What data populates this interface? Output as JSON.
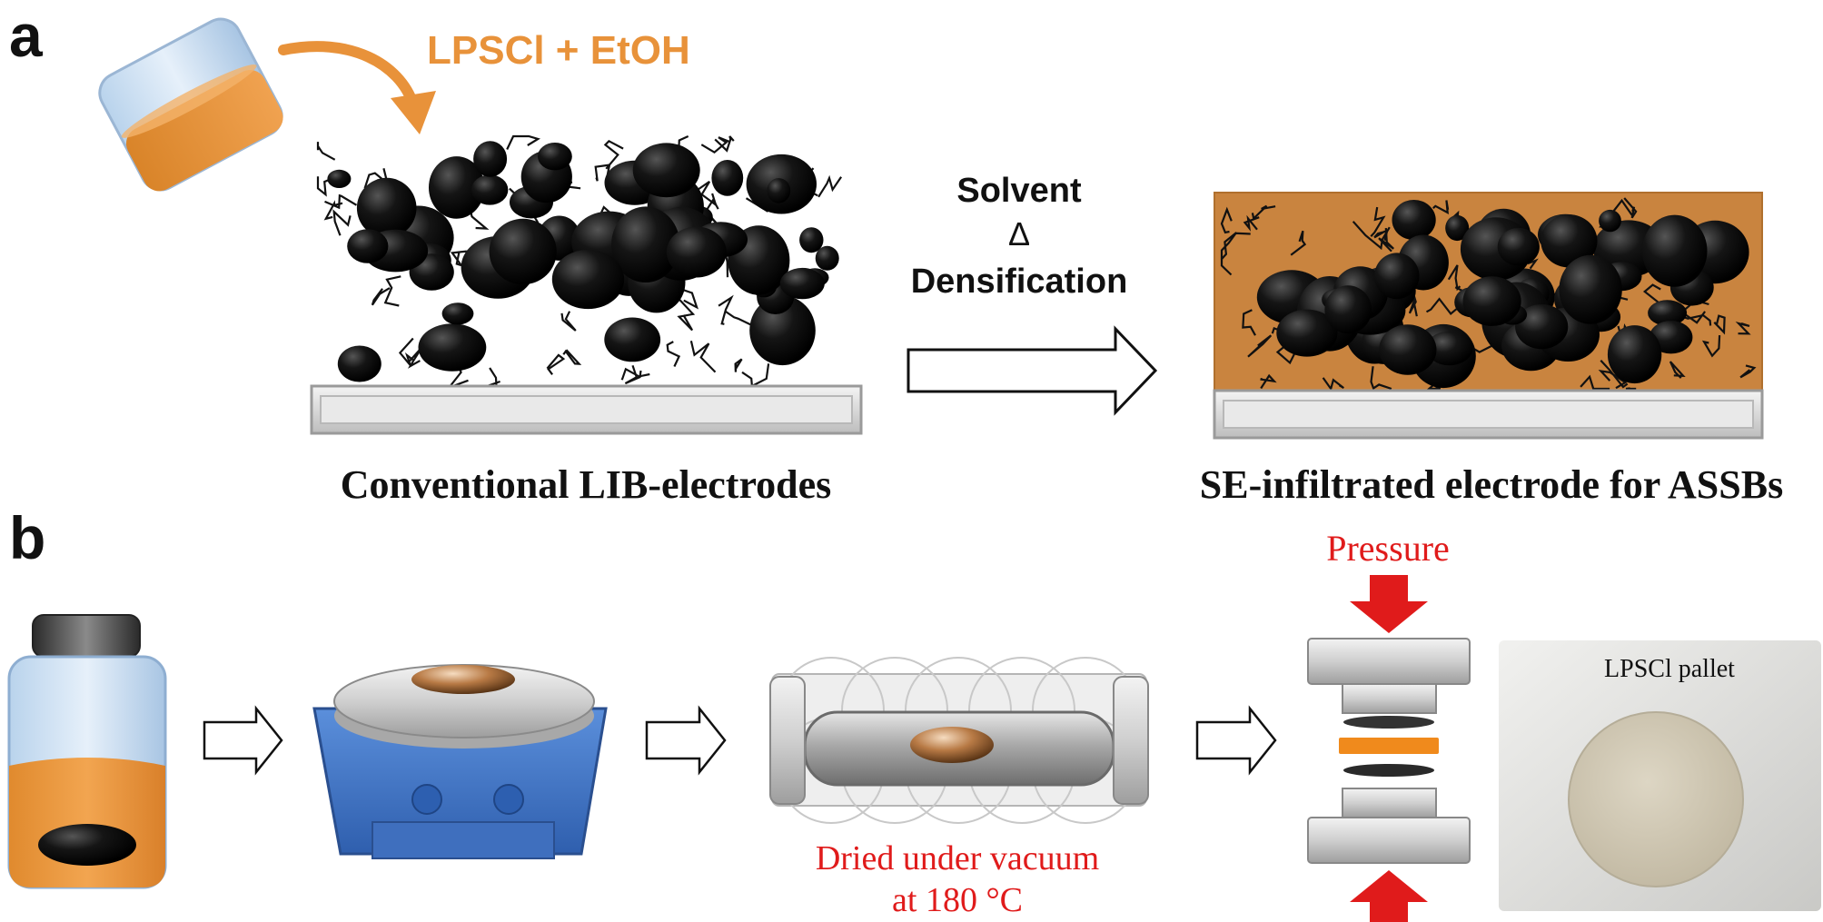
{
  "panels": {
    "a": {
      "letter": "a",
      "pour_label": "LPSCl + EtOH",
      "process_line1": "Solvent",
      "process_line2": "Δ",
      "process_line3": "Densification",
      "left_caption": "Conventional LIB-electrodes",
      "right_caption": "SE-infiltrated electrode for ASSBs"
    },
    "b": {
      "letter": "b",
      "pressure_label": "Pressure",
      "dry_line1": "Dried under vacuum",
      "dry_line2": "at 180 °C",
      "photo_label": "LPSCl pallet"
    }
  },
  "colors": {
    "accent_orange": "#e8923a",
    "infiltrated_fill": "#c9843f",
    "red_label": "#e01b1b",
    "particle": "#111111",
    "stirrer_blue": "#3d74c4"
  }
}
